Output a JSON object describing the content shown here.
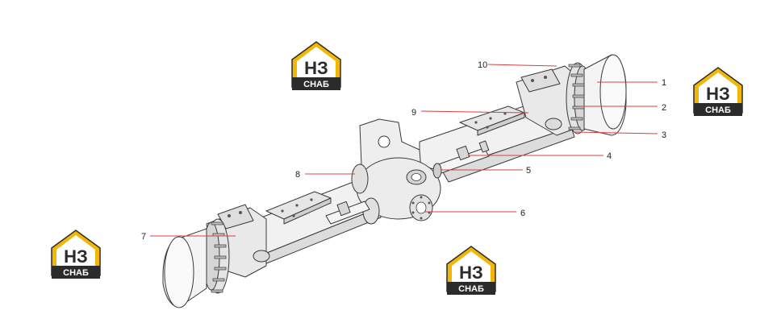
{
  "callouts": [
    {
      "id": "c1",
      "label": "1"
    },
    {
      "id": "c2",
      "label": "2"
    },
    {
      "id": "c3",
      "label": "3"
    },
    {
      "id": "c4",
      "label": "4"
    },
    {
      "id": "c5",
      "label": "5"
    },
    {
      "id": "c6",
      "label": "6"
    },
    {
      "id": "c7",
      "label": "7"
    },
    {
      "id": "c8",
      "label": "8"
    },
    {
      "id": "c9",
      "label": "9"
    },
    {
      "id": "c10",
      "label": "10"
    }
  ],
  "watermark": {
    "logo_letters": "НЗ",
    "logo_word": "СНАБ"
  },
  "colors": {
    "leader": "#d94040",
    "logo_yellow": "#f2b705",
    "logo_dark": "#2b2b2b"
  }
}
